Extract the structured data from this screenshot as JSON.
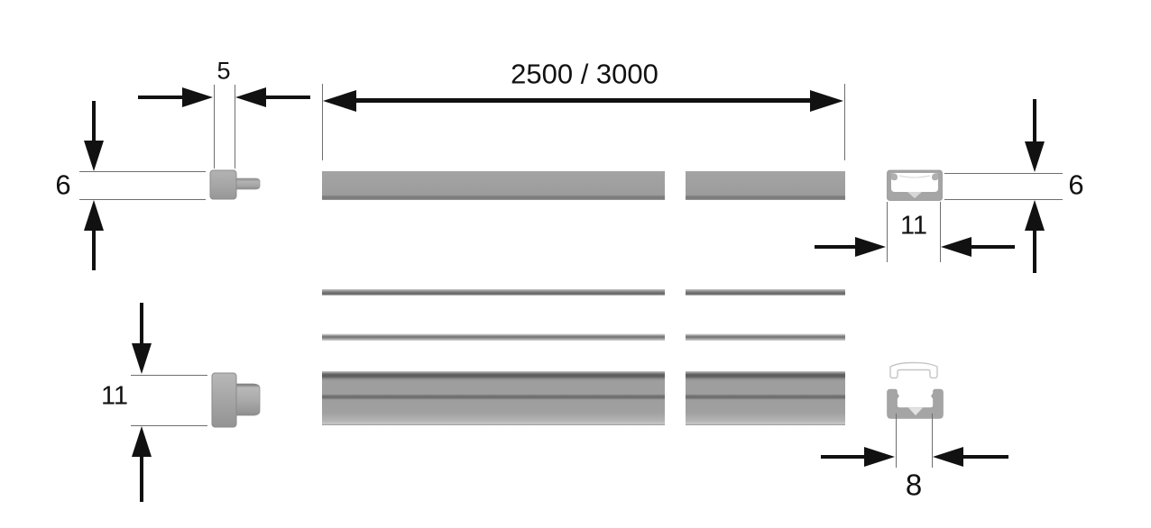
{
  "palette": {
    "ink": "#111111",
    "ext-line": "#6e6e6e",
    "bar-gray": "#9d9d9d",
    "bar-edge": "#787878",
    "cap-gray": "#a8a8a8",
    "cap-border": "#8c8c8c",
    "section-gray": "#a5a5a5",
    "cover-outline": "#c6c6c6",
    "diffuser-light": "#dcdcdc",
    "background": "#ffffff"
  },
  "dimensions": {
    "cap_width": "5",
    "length": "2500 / 3000",
    "height_left": "6",
    "height_right": "6",
    "outer_width": "11",
    "cap_height": "11",
    "inner_width": "8"
  }
}
